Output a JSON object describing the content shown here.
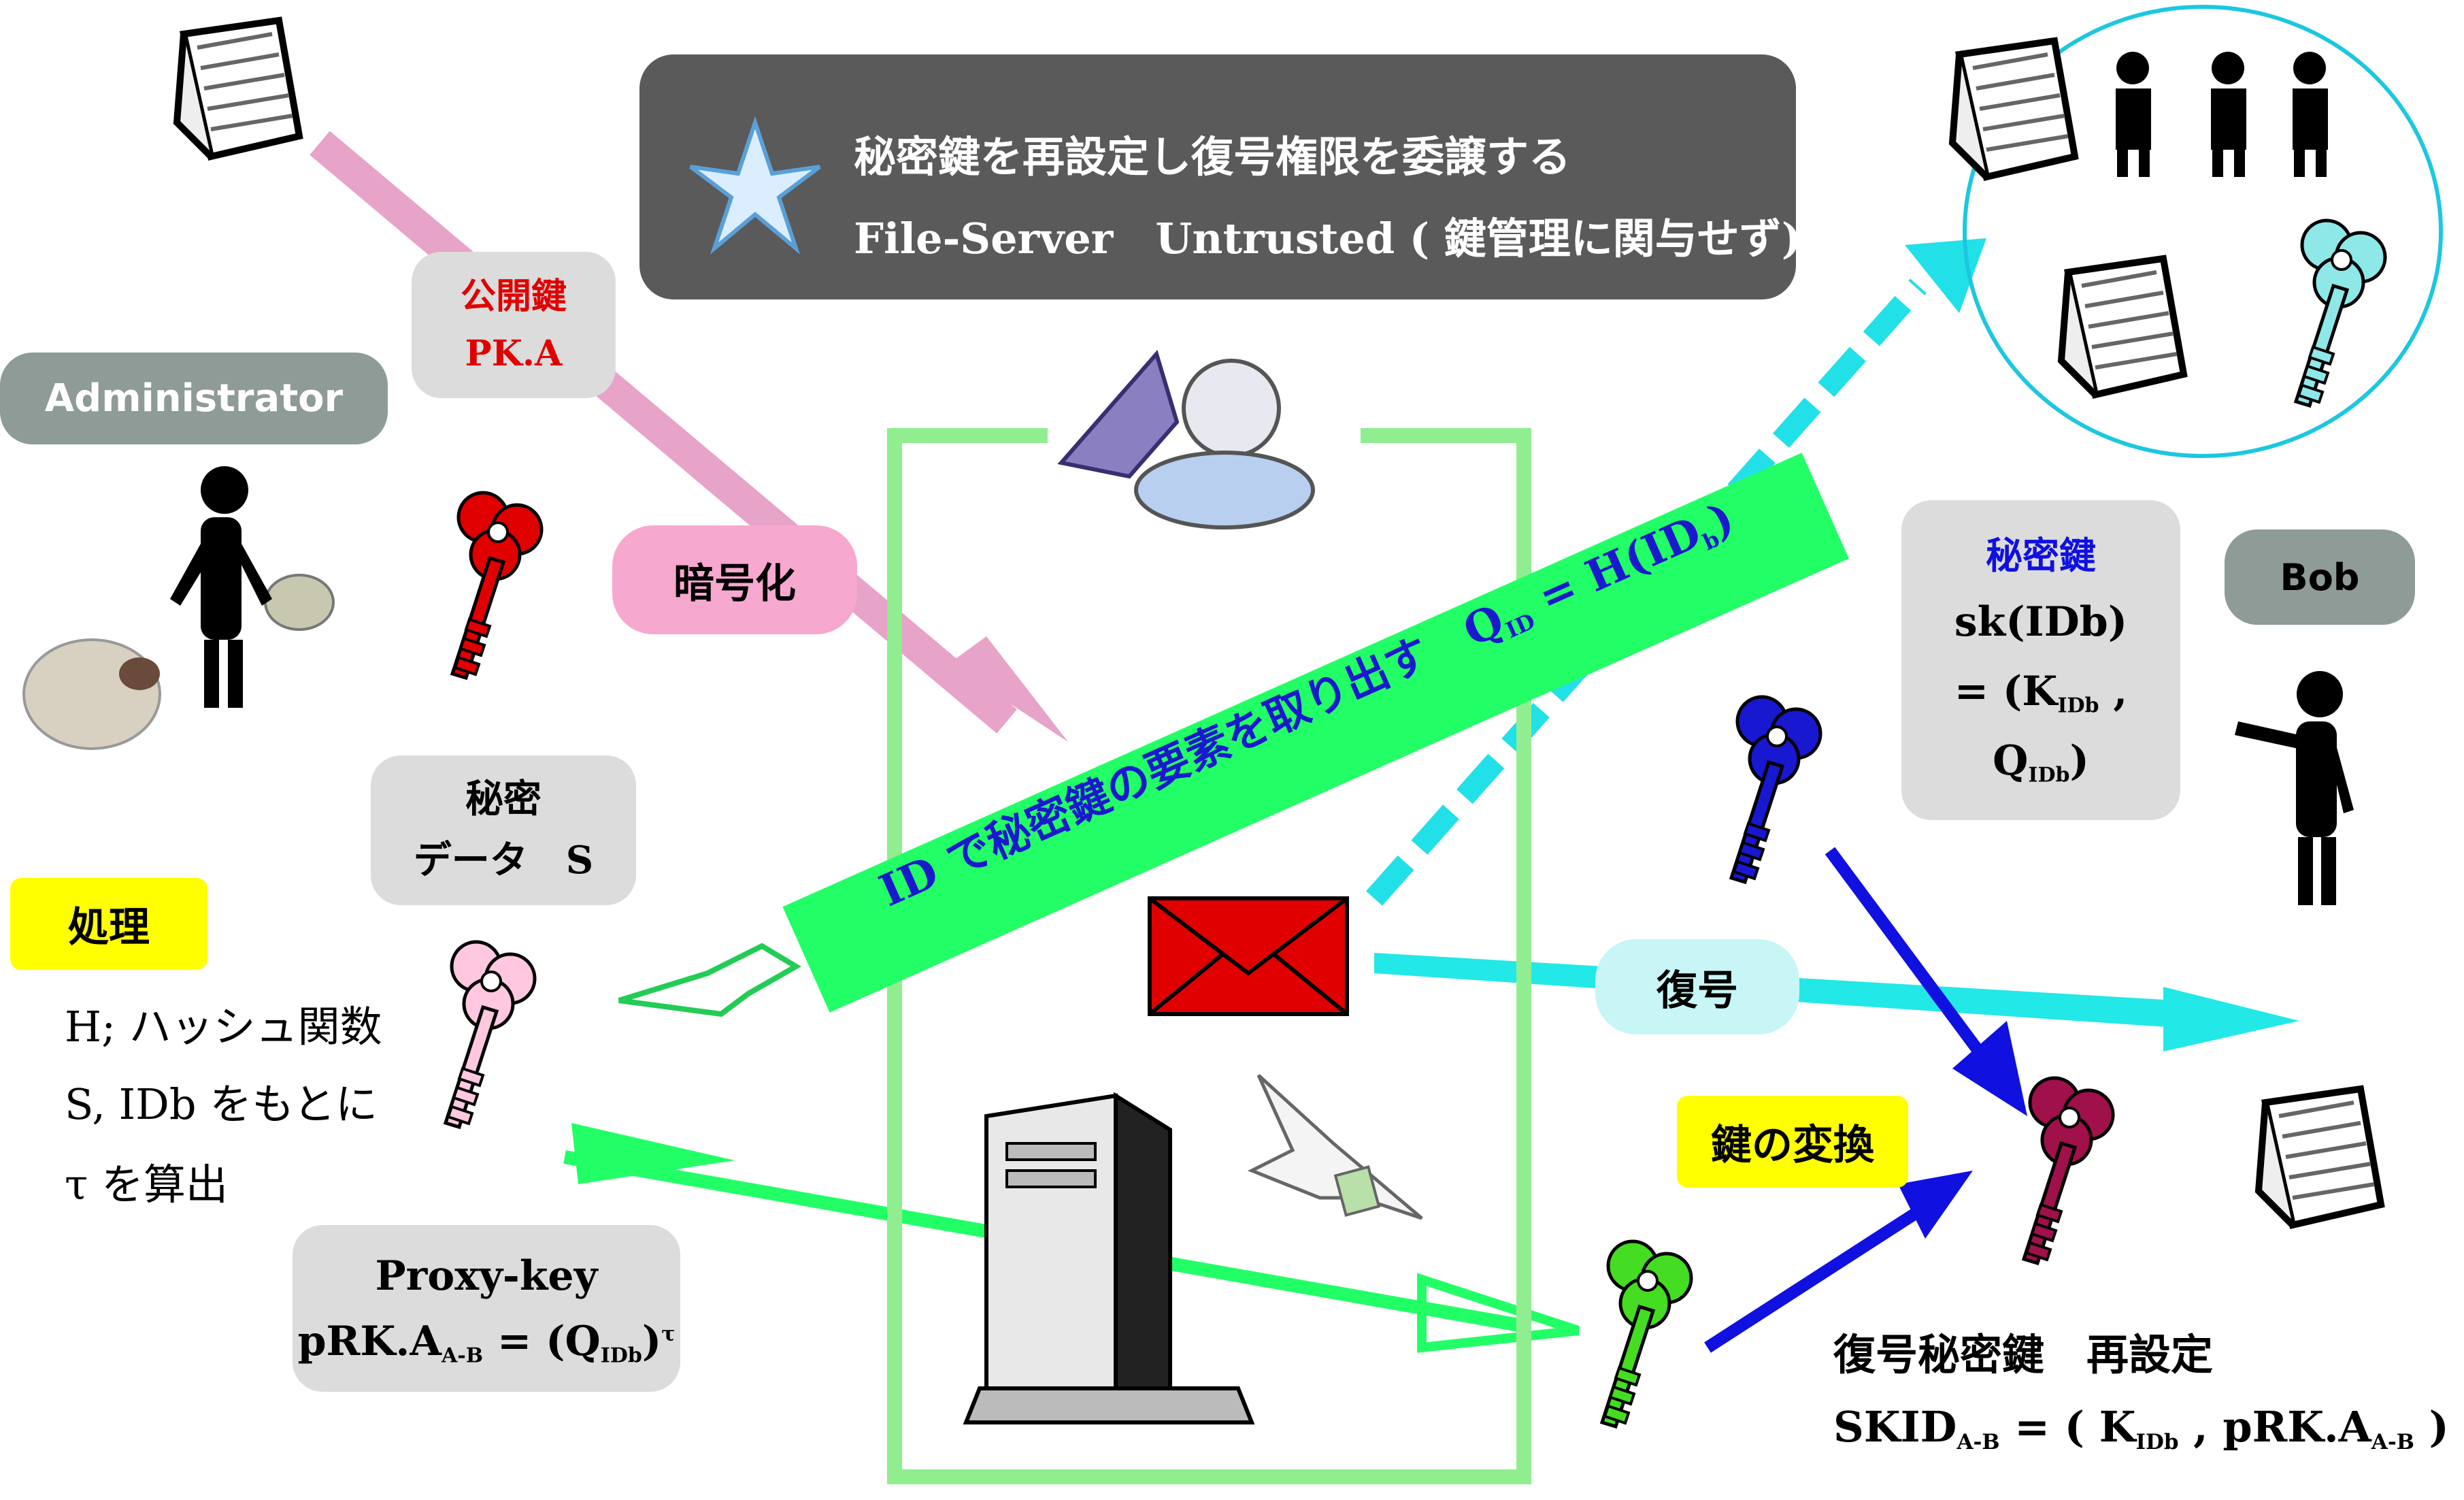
{
  "banner": {
    "line1": "秘密鍵を再設定し復号権限を委譲する",
    "line2": "File-Server　Untrusted ( 鍵管理に関与せず)"
  },
  "public_key": {
    "title": "公開鍵",
    "value": "PK.A"
  },
  "encrypt_label": "暗号化",
  "administrator_label": "Administrator",
  "secret_data": {
    "line1": "秘密",
    "line2": "データ　S"
  },
  "process": {
    "tag": "処理",
    "line1": "H; ハッシュ関数",
    "line2": "S, IDb をもとに",
    "line3": "τ を算出"
  },
  "proxy_key": {
    "title": "Proxy-key",
    "formula_main": "pRK.A",
    "formula_sub1": "A-B",
    "formula_mid": " = (Q",
    "formula_sub2": "IDb",
    "formula_close": ")",
    "formula_exp": "τ"
  },
  "extract_banner": {
    "text": "ID で秘密鍵の要素を取り出す　",
    "q": "Q",
    "q_sub": "ID",
    "eq": " = H(ID",
    "eq_sub": "b",
    "close": ")"
  },
  "bob_secret": {
    "title": "秘密鍵",
    "line2": "sk(IDb)",
    "line3_a": "= (K",
    "line3_sub1": "IDb",
    "line3_b": " , Q",
    "line3_sub2": "IDb",
    "line3_c": ")"
  },
  "bob_label": "Bob",
  "decrypt_label": "復号",
  "key_transform_label": "鍵の変換",
  "reset": {
    "title": "復号秘密鍵　再設定",
    "f_a": "SKID",
    "f_sub1": "A-B",
    "f_b": " = ( K",
    "f_sub2": "IDb",
    "f_c": " , pRK.A",
    "f_sub3": "A-B",
    "f_d": " )"
  },
  "colors": {
    "pink_arrow": "#e8a3c8",
    "green": "#22ff66",
    "cyan": "#22e0e8",
    "blue": "#1010e0",
    "red_key": "#e00000",
    "server_frame": "#90ee90"
  },
  "icons": [
    "book-icon",
    "people-icon",
    "key-icon",
    "snowflake-icon",
    "bat-cat-icon",
    "envelope-icon",
    "server-icon",
    "dove-icon",
    "person-icon",
    "pointing-hand-icon"
  ]
}
